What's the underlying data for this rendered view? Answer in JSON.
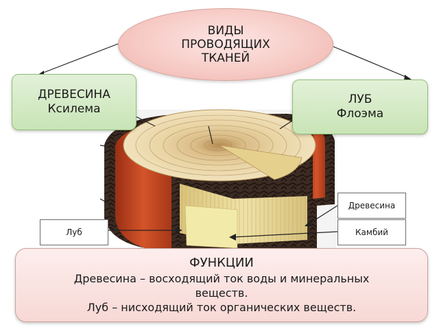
{
  "title": {
    "line1": "ВИДЫ",
    "line2": "ПРОВОДЯЩИХ",
    "line3": "ТКАНЕЙ"
  },
  "left_box": {
    "line1": "ДРЕВЕСИНА",
    "line2": "Ксилема"
  },
  "right_box": {
    "line1": "ЛУБ",
    "line2": "Флоэма"
  },
  "labels": {
    "lub": "Луб",
    "drevesina": "Древесина",
    "kambiy": "Камбий"
  },
  "functions": {
    "title": "ФУНКЦИИ",
    "line1": "Древесина – восходящий ток воды и минеральных",
    "line2": "веществ.",
    "line3": "Луб – нисходящий ток органических веществ."
  },
  "colors": {
    "ellipse_fill": "#f6c9c4",
    "green_box_fill": "#c9e4b6",
    "functions_fill": "#f7d8d5",
    "bark": "#3a2a22",
    "phloem": "#c8431f",
    "wood_light": "#ecd9a6",
    "sapwood": "#f0e6a8"
  }
}
